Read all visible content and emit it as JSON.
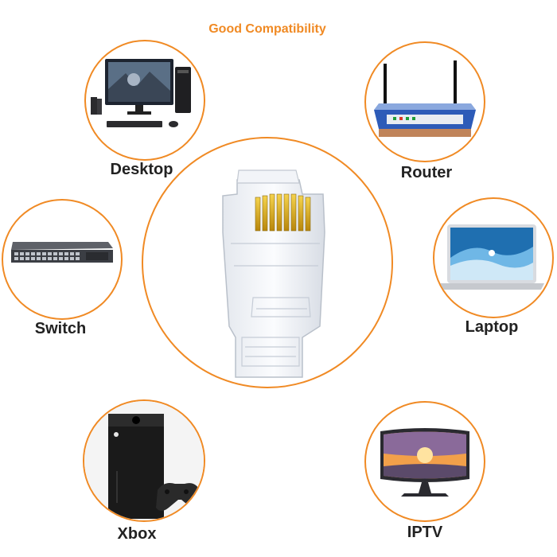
{
  "title": "Good Compatibility",
  "devices": {
    "desktop": "Desktop",
    "router": "Router",
    "switch": "Switch",
    "laptop": "Laptop",
    "xbox": "Xbox",
    "iptv": "IPTV"
  },
  "colors": {
    "accent": "#f08a24",
    "label": "#222222"
  }
}
